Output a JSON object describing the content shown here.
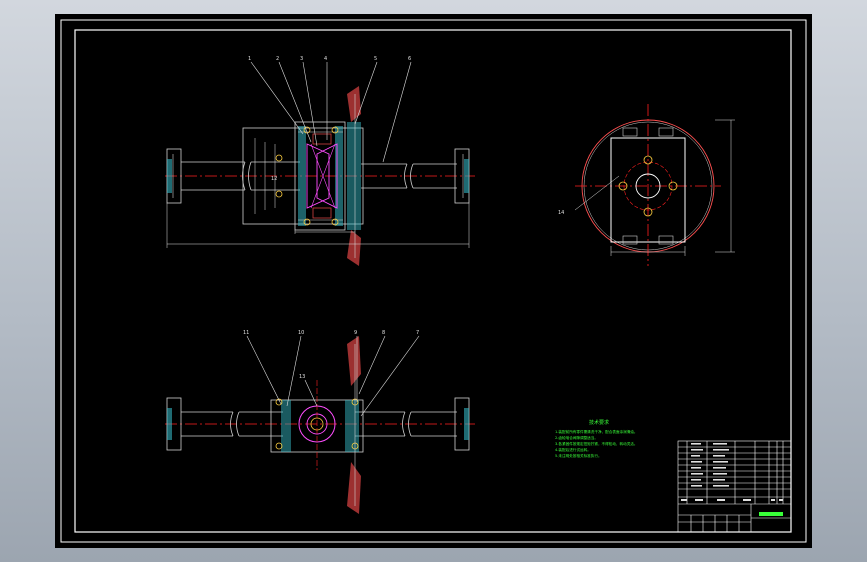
{
  "cad": {
    "background": "#000000",
    "colors": {
      "frame": "#ffffff",
      "shaft": "#d0d0d0",
      "center_line": "#ff2020",
      "dimension": "#e0e0e0",
      "hatch_metal": "#34b3c0",
      "hatch_red": "#d04040",
      "gear": "#ff4dff",
      "bolt": "#ffd040",
      "notes_text": "#39ff39",
      "title_accent": "#39ff39"
    },
    "top_view": {
      "balloons": [
        "1",
        "2",
        "3",
        "4",
        "5",
        "6"
      ],
      "side_balloon": "12"
    },
    "bottom_view": {
      "balloons": [
        "11",
        "10",
        "9",
        "8",
        "7"
      ],
      "side_balloon": "13"
    },
    "side_view": {
      "balloon": "14"
    },
    "notes": {
      "title": "技术要求",
      "lines": [
        "1.装配前所有零件需清洗干净，配合表面涂润滑油。",
        "2.齿轮啮合间隙调整适当。",
        "3.各紧固件按规定扭矩拧紧，不得松动，转动灵活。",
        "4.装配后进行试运转。",
        "5.未注明处按相关标准执行。"
      ]
    }
  }
}
